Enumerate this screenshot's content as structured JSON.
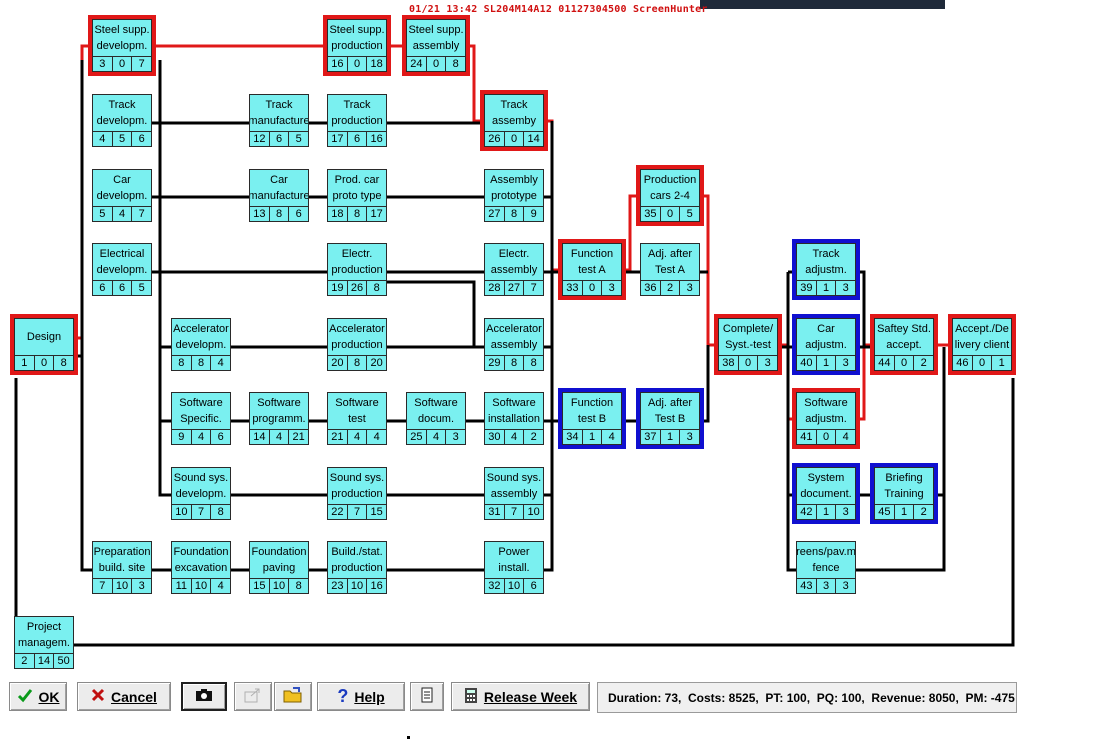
{
  "window": {
    "watermark": "01/21 13:42 SL204M14A12 01127304500 ScreenHunter"
  },
  "colors": {
    "task_fill": "#7af0f0",
    "critical_border": "#e01818",
    "adjusted_border": "#1010d0",
    "critical_wire": "#e01818",
    "normal_wire": "#000000"
  },
  "tasks": [
    {
      "id": "design",
      "name": "Design",
      "nums": [
        "1",
        "0",
        "8"
      ],
      "status": "critical"
    },
    {
      "id": "steel_supp_develop",
      "name": "Steel supp.\ndevelopm.",
      "nums": [
        "3",
        "0",
        "7"
      ],
      "status": "critical"
    },
    {
      "id": "steel_supp_production",
      "name": "Steel supp.\nproduction",
      "nums": [
        "16",
        "0",
        "18"
      ],
      "status": "critical"
    },
    {
      "id": "steel_supp_assembly",
      "name": "Steel supp.\nassembly",
      "nums": [
        "24",
        "0",
        "8"
      ],
      "status": "critical"
    },
    {
      "id": "track_develop",
      "name": "Track\ndevelopm.",
      "nums": [
        "4",
        "5",
        "6"
      ],
      "status": "normal"
    },
    {
      "id": "track_manufacture",
      "name": "Track\nmanufacture",
      "nums": [
        "12",
        "6",
        "5"
      ],
      "status": "normal"
    },
    {
      "id": "track_production",
      "name": "Track\nproduction",
      "nums": [
        "17",
        "6",
        "16"
      ],
      "status": "normal"
    },
    {
      "id": "track_assembly",
      "name": "Track\nassemby",
      "nums": [
        "26",
        "0",
        "14"
      ],
      "status": "critical"
    },
    {
      "id": "car_develop",
      "name": "Car\ndevelopm.",
      "nums": [
        "5",
        "4",
        "7"
      ],
      "status": "normal"
    },
    {
      "id": "car_manufacture",
      "name": "Car\nmanufacture",
      "nums": [
        "13",
        "8",
        "6"
      ],
      "status": "normal"
    },
    {
      "id": "prod_car_proto",
      "name": "Prod. car\nproto type",
      "nums": [
        "18",
        "8",
        "17"
      ],
      "status": "normal"
    },
    {
      "id": "assembly_prototype",
      "name": "Assembly\nprototype",
      "nums": [
        "27",
        "8",
        "9"
      ],
      "status": "normal"
    },
    {
      "id": "production_cars",
      "name": "Production\ncars 2-4",
      "nums": [
        "35",
        "0",
        "5"
      ],
      "status": "critical"
    },
    {
      "id": "electrical_develop",
      "name": "Electrical\ndevelopm.",
      "nums": [
        "6",
        "6",
        "5"
      ],
      "status": "normal"
    },
    {
      "id": "electr_production",
      "name": "Electr.\nproduction",
      "nums": [
        "19",
        "26",
        "8"
      ],
      "status": "normal"
    },
    {
      "id": "electr_assembly",
      "name": "Electr.\nassembly",
      "nums": [
        "28",
        "27",
        "7"
      ],
      "status": "normal"
    },
    {
      "id": "function_test_a",
      "name": "Function\ntest A",
      "nums": [
        "33",
        "0",
        "3"
      ],
      "status": "critical"
    },
    {
      "id": "adj_after_test_a",
      "name": "Adj. after\nTest A",
      "nums": [
        "36",
        "2",
        "3"
      ],
      "status": "normal"
    },
    {
      "id": "track_adjustm",
      "name": "Track\nadjustm.",
      "nums": [
        "39",
        "1",
        "3"
      ],
      "status": "adjusted"
    },
    {
      "id": "accelerator_develop",
      "name": "Accelerator\ndevelopm.",
      "nums": [
        "8",
        "8",
        "4"
      ],
      "status": "normal"
    },
    {
      "id": "accelerator_production",
      "name": "Accelerator\nproduction",
      "nums": [
        "20",
        "8",
        "20"
      ],
      "status": "normal"
    },
    {
      "id": "accelerator_assembly",
      "name": "Accelerator\nassembly",
      "nums": [
        "29",
        "8",
        "8"
      ],
      "status": "normal"
    },
    {
      "id": "complete_syst_test",
      "name": "Complete/\nSyst.-test",
      "nums": [
        "38",
        "0",
        "3"
      ],
      "status": "critical"
    },
    {
      "id": "car_adjustm",
      "name": "Car\nadjustm.",
      "nums": [
        "40",
        "1",
        "3"
      ],
      "status": "adjusted"
    },
    {
      "id": "saftey_std_accept",
      "name": "Saftey Std.\naccept.",
      "nums": [
        "44",
        "0",
        "2"
      ],
      "status": "critical"
    },
    {
      "id": "accept_delivery",
      "name": "Accept./De\nlivery client",
      "nums": [
        "46",
        "0",
        "1"
      ],
      "status": "critical"
    },
    {
      "id": "software_specific",
      "name": "Software\nSpecific.",
      "nums": [
        "9",
        "4",
        "6"
      ],
      "status": "normal"
    },
    {
      "id": "software_programm",
      "name": "Software\nprogramm.",
      "nums": [
        "14",
        "4",
        "21"
      ],
      "status": "normal"
    },
    {
      "id": "software_test",
      "name": "Software\ntest",
      "nums": [
        "21",
        "4",
        "4"
      ],
      "status": "normal"
    },
    {
      "id": "software_docum",
      "name": "Software\ndocum.",
      "nums": [
        "25",
        "4",
        "3"
      ],
      "status": "normal"
    },
    {
      "id": "software_installation",
      "name": "Software\ninstallation",
      "nums": [
        "30",
        "4",
        "2"
      ],
      "status": "normal"
    },
    {
      "id": "function_test_b",
      "name": "Function\ntest B",
      "nums": [
        "34",
        "1",
        "4"
      ],
      "status": "adjusted"
    },
    {
      "id": "adj_after_test_b",
      "name": "Adj. after\nTest B",
      "nums": [
        "37",
        "1",
        "3"
      ],
      "status": "adjusted"
    },
    {
      "id": "software_adjustm",
      "name": "Software\nadjustm.",
      "nums": [
        "41",
        "0",
        "4"
      ],
      "status": "critical"
    },
    {
      "id": "sound_sys_develop",
      "name": "Sound sys.\ndevelopm.",
      "nums": [
        "10",
        "7",
        "8"
      ],
      "status": "normal"
    },
    {
      "id": "sound_sys_production",
      "name": "Sound sys.\nproduction",
      "nums": [
        "22",
        "7",
        "15"
      ],
      "status": "normal"
    },
    {
      "id": "sound_sys_assembly",
      "name": "Sound sys.\nassembly",
      "nums": [
        "31",
        "7",
        "10"
      ],
      "status": "normal"
    },
    {
      "id": "system_document",
      "name": "System\ndocument.",
      "nums": [
        "42",
        "1",
        "3"
      ],
      "status": "adjusted"
    },
    {
      "id": "briefing_training",
      "name": "Briefing\nTraining",
      "nums": [
        "45",
        "1",
        "2"
      ],
      "status": "adjusted"
    },
    {
      "id": "preparation_build_site",
      "name": "Preparation\nbuild. site",
      "nums": [
        "7",
        "10",
        "3"
      ],
      "status": "normal"
    },
    {
      "id": "foundation_excavation",
      "name": "Foundation\nexcavation",
      "nums": [
        "11",
        "10",
        "4"
      ],
      "status": "normal"
    },
    {
      "id": "foundation_paving",
      "name": "Foundation\npaving",
      "nums": [
        "15",
        "10",
        "8"
      ],
      "status": "normal"
    },
    {
      "id": "build_stat_production",
      "name": "Build./stat.\nproduction",
      "nums": [
        "23",
        "10",
        "16"
      ],
      "status": "normal"
    },
    {
      "id": "power_install",
      "name": "Power\ninstall.",
      "nums": [
        "32",
        "10",
        "6"
      ],
      "status": "normal"
    },
    {
      "id": "greens_pav_fence",
      "name": "reens/pav.m\nfence",
      "nums": [
        "43",
        "3",
        "3"
      ],
      "status": "normal"
    },
    {
      "id": "project_managem",
      "name": "Project\nmanagem.",
      "nums": [
        "2",
        "14",
        "50"
      ],
      "status": "normal"
    }
  ],
  "toolbar": {
    "ok_label": "OK",
    "cancel_label": "Cancel",
    "help_label": "Help",
    "release_week_label": "Release Week",
    "ok_icon": "check-icon",
    "cancel_icon": "x-icon",
    "camera_icon": "camera-icon",
    "export_icon": "export-icon",
    "open_icon": "folder-icon",
    "help_icon": "question-icon",
    "doc_icon": "document-icon",
    "release_icon": "calculator-icon"
  },
  "status": {
    "text": "Duration: 73,  Costs: 8525,  PT: 100,  PQ: 100,  Revenue: 8050,  PM: -475"
  }
}
